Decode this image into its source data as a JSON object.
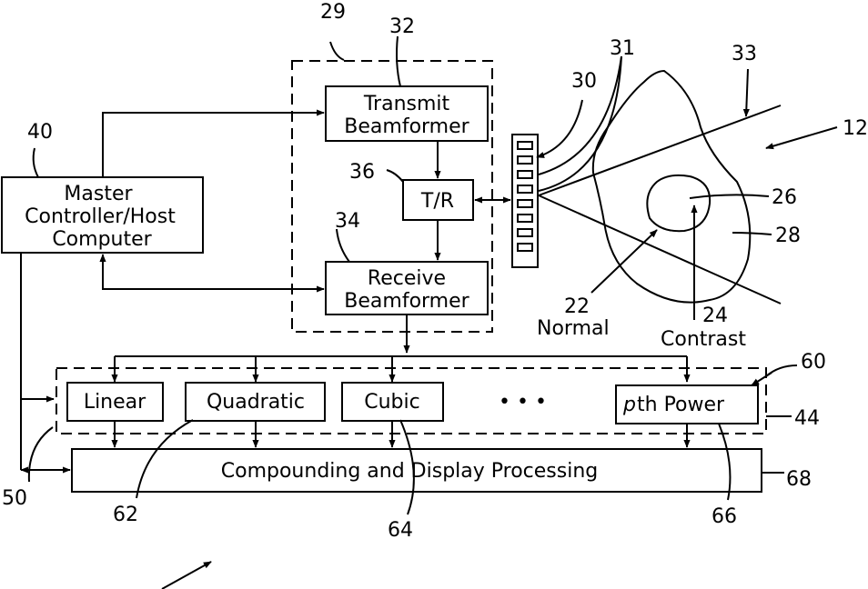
{
  "blocks": {
    "transmit": [
      "Transmit",
      "Beamformer"
    ],
    "tr": "T/R",
    "receive": [
      "Receive",
      "Beamformer"
    ],
    "master": [
      "Master",
      "Controller/Host",
      "Computer"
    ],
    "linear": "Linear",
    "quadratic": "Quadratic",
    "cubic": "Cubic",
    "ellipsis": "• • •",
    "pth_p": "p",
    "pth_rest": "th  Power",
    "compounding": "Compounding  and  Display  Processing"
  },
  "labels": {
    "normal": "Normal",
    "contrast": "Contrast"
  },
  "refs": {
    "r29": "29",
    "r32": "32",
    "r31": "31",
    "r30": "30",
    "r33": "33",
    "r12": "12",
    "r40": "40",
    "r36": "36",
    "r34": "34",
    "r26": "26",
    "r28": "28",
    "r22": "22",
    "r24": "24",
    "r60": "60",
    "r44": "44",
    "r68": "68",
    "r50": "50",
    "r62": "62",
    "r64": "64",
    "r66": "66"
  }
}
